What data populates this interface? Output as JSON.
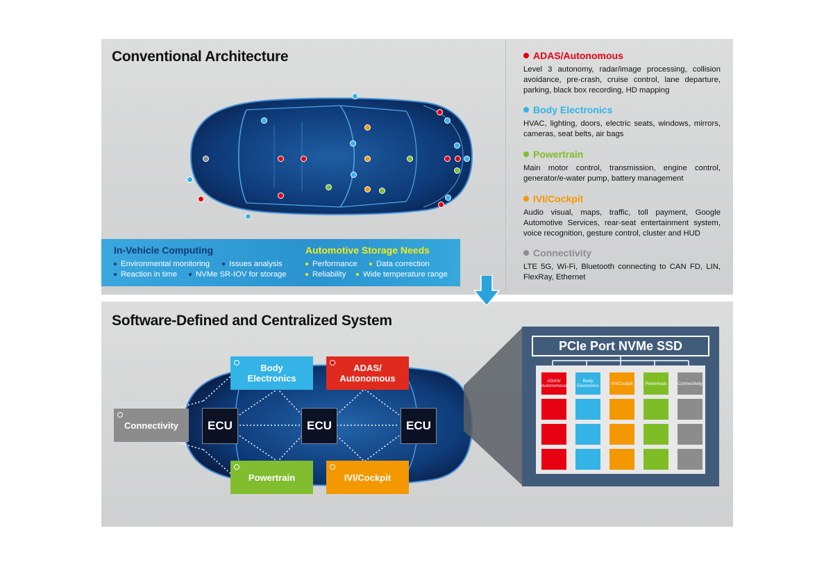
{
  "top": {
    "title": "Conventional Architecture"
  },
  "legend": [
    {
      "title": "ADAS/Autonomous",
      "color": "#e60012",
      "desc": "Level 3 autonomy, radar/image processing, collision avoidance, pre-crash, cruise control, lane departure, parking, black box recording, HD mapping"
    },
    {
      "title": "Body Electronics",
      "color": "#33b3e6",
      "desc": "HVAC, lighting, doors, electric seats, windows, mirrors, cameras, seat belts, air bags"
    },
    {
      "title": "Powertrain",
      "color": "#7fbd26",
      "desc": "Main motor control, transmission, engine control, generator/e-water pump, battery management"
    },
    {
      "title": "IVI/Cockpit",
      "color": "#f39800",
      "desc": "Audio visual, maps, traffic, toll payment, Google Automotive Services, rear-seat entertainment system, voice recognition, gesture control, cluster and HUD"
    },
    {
      "title": "Connectivity",
      "color": "#8c8c8c",
      "desc": "LTE 5G, Wi-Fi, Bluetooth connecting to CAN FD, LIN, FlexRay, Ethernet"
    }
  ],
  "info_box": {
    "left_title": "In-Vehicle Computing",
    "left_items": [
      "Environmental monitoring",
      "Issues analysis",
      "Reaction in time",
      "NVMe SR-IOV for storage"
    ],
    "right_title": "Automotive Storage Needs",
    "right_items": [
      "Performance",
      "Data correction",
      "Reliability",
      "Wide temperature range"
    ]
  },
  "bottom": {
    "title": "Software-Defined and Centralized System",
    "ecu_label": "ECU",
    "connectivity": "Connectivity",
    "body": "Body\nElectronics",
    "adas": "ADAS/\nAutonomous",
    "powertrain": "Powertrain",
    "ivi": "IVI/Cockpit"
  },
  "ssd": {
    "title": "PCIe Port NVMe SSD",
    "columns": [
      {
        "label": "ADAS/\nAutonomous",
        "color": "#e60012"
      },
      {
        "label": "Body\nElectronics",
        "color": "#33b3e6"
      },
      {
        "label": "IVI/Cockpit",
        "color": "#f39800"
      },
      {
        "label": "Powertrain",
        "color": "#7fbd26"
      },
      {
        "label": "Connectivity",
        "color": "#8c8c8c"
      }
    ]
  },
  "colors": {
    "adas": "#e60012",
    "body": "#33b3e6",
    "powertrain": "#7fbd26",
    "ivi": "#f39800",
    "connectivity": "#8c8c8c",
    "info_title_left": "#123a7a",
    "info_title_right": "#f2ea19",
    "ssd_bg": "#415b7a"
  }
}
